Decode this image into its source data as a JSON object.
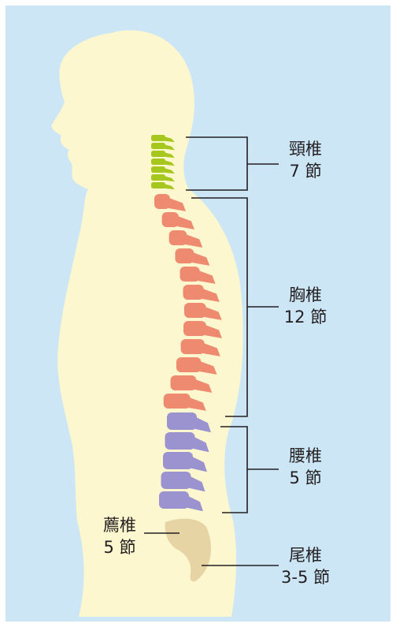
{
  "labels": {
    "cervical": {
      "name": "頸椎",
      "count": "7 節"
    },
    "thoracic": {
      "name": "胸椎",
      "count": "12 節"
    },
    "lumbar": {
      "name": "腰椎",
      "count": "5 節"
    },
    "sacral": {
      "name": "薦椎",
      "count": "5 節"
    },
    "coccyx": {
      "name": "尾椎",
      "count": "3-5 節"
    }
  },
  "segment_counts": {
    "cervical": 7,
    "thoracic": 12,
    "lumbar": 5
  },
  "colors": {
    "background": "#cce6f6",
    "body": "#fdf7cf",
    "cervical": "#a6c81e",
    "thoracic": "#ee8a70",
    "lumbar": "#9b93cf",
    "sacral": "#e6d4a4",
    "lines": "#231f20"
  }
}
